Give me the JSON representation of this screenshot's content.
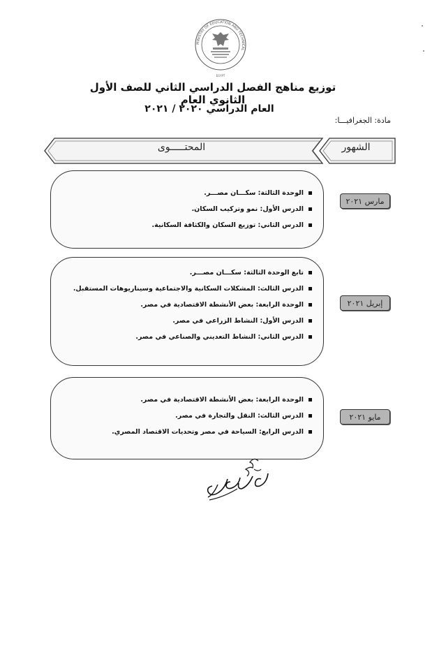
{
  "header": {
    "title": "توزيع مناهج الفصل الدراسي الثاني للصف الأول الثانوي العام",
    "year": "العام الدراسي ٢٠٢٠ / ٢٠٢١",
    "subject": "مادة: الجغرافيـــا:"
  },
  "table_header": {
    "months": "الشهور",
    "content": "المحتـــــوى"
  },
  "months": [
    {
      "label": "مارس ٢٠٢١",
      "items": [
        "الوحدة الثالثة: سكـــان مصـــر.",
        "الدرس الأول: نمو وتركيب السكان.",
        "الدرس الثاني: توزيع السكان والكثافة السكانية."
      ]
    },
    {
      "label": "إبريل ٢٠٢١",
      "items": [
        "تابع الوحدة الثالثة: سكـــان مصـــر.",
        "الدرس الثالث: المشكلات السكانية والاجتماعية وسيناريوهات المستقبل.",
        "الوحدة الرابعة: بعض الأنشطة الاقتصادية في مصر.",
        "الدرس الأول: النشاط الزراعي في مصر.",
        "الدرس الثاني: النشاط التعديني والصناعي في مصر."
      ]
    },
    {
      "label": "مايو ٢٠٢١",
      "items": [
        "الوحدة الرابعة: بعض الأنشطة الاقتصادية في مصر.",
        "الدرس الثالث: النقل والتجارة في مصر.",
        "الدرس الرابع: السياحة في مصر وتحديات الاقتصاد المصري."
      ]
    }
  ],
  "seal": {
    "icon": "ministry-seal-icon",
    "ring_text": "MINISTRY OF EDUCATION AND TECHNICAL",
    "caption": "EGYPT"
  },
  "signature": {
    "icon": "handwritten-signature"
  }
}
